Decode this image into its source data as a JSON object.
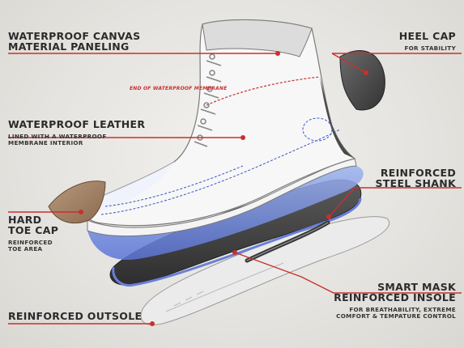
{
  "labels": {
    "canvas": {
      "title": "WATERPROOF CANVAS\nMATERIAL PANELING"
    },
    "heel": {
      "title": "HEEL CAP",
      "sub": "FOR STABILITY"
    },
    "membrane": {
      "title": "END OF WATERPROOF MEMBRANE"
    },
    "leather": {
      "title": "WATERPROOF LEATHER",
      "sub": "LINED WITH A WATERPROOF\nMEMBRANE INTERIOR"
    },
    "shank": {
      "title": "REINFORCED\nSTEEL SHANK"
    },
    "toecap": {
      "title": "HARD\nTOE CAP",
      "sub": "REINFORCED\nTOE AREA"
    },
    "insole": {
      "title": "SMART MASK\nREINFORCED INSOLE",
      "sub": "FOR BREATHABILITY, EXTREME\nCOMFORT & TEMPATURE CONTROL"
    },
    "outsole": {
      "title": "REINFORCED OUTSOLE"
    }
  },
  "colors": {
    "accent": "#c9302c",
    "text": "#2b2b2b",
    "background": "#e9e8e4"
  }
}
